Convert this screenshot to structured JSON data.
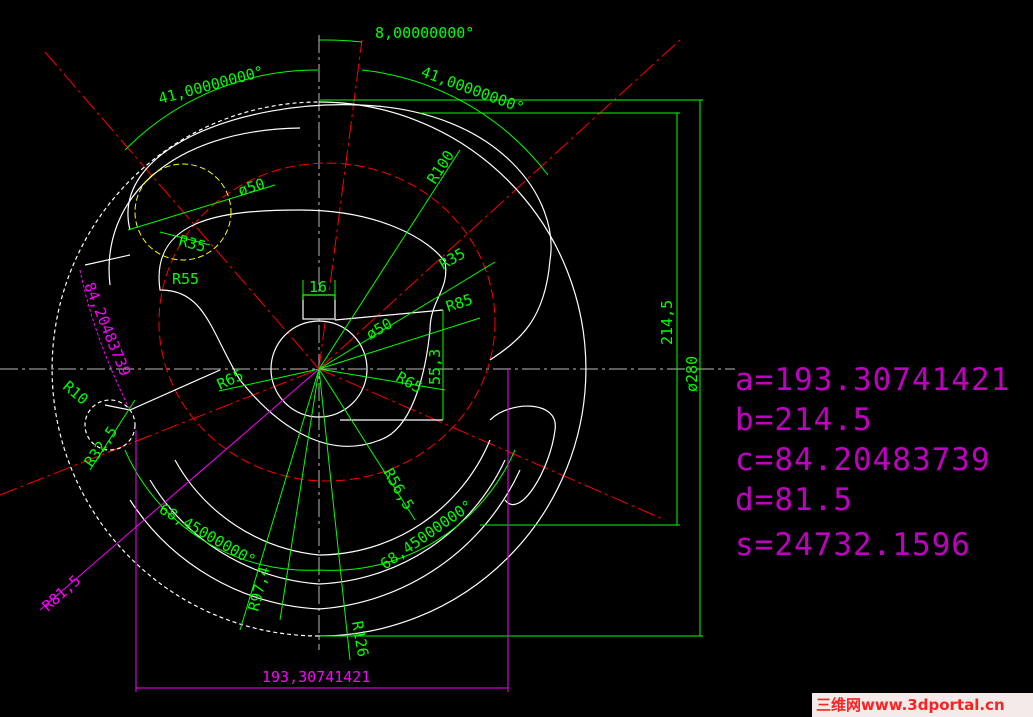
{
  "drawing": {
    "dimensions": {
      "angle_top": "8,00000000°",
      "angle_left": "41,00000000°",
      "angle_right": "41,00000000°",
      "dia_small": "ø50",
      "dia_hub": "ø50",
      "r100": "R100",
      "r35_left": "R35",
      "r35_right": "R35",
      "r85": "R85",
      "r55": "R55",
      "r65_left": "R65",
      "r65_right": "R65",
      "key_width": "16",
      "key_height": "55,3",
      "height": "214,5",
      "outer_dia": "ø280",
      "r56": "R56,5",
      "angle_bottom_left": "68,45000000°",
      "angle_bottom_right": "68,45000000°",
      "r97": "R97,4",
      "r126": "R126",
      "r81": "R81,5",
      "r10": "R10",
      "r32": "R32,5",
      "chord_c": "84,20483739",
      "width": "193,30741421"
    },
    "colors": {
      "geometry": "#ffffff",
      "dimension": "#00ff00",
      "centerline": "#ff0000",
      "result": "#ff00ff",
      "circle": "#ffff00"
    }
  },
  "results": {
    "a": "a=193.30741421",
    "b": "b=214.5",
    "c": "c=84.20483739",
    "d": "d=81.5",
    "s": "s=24732.1596"
  },
  "watermark": "三维网www.3dportal.cn"
}
